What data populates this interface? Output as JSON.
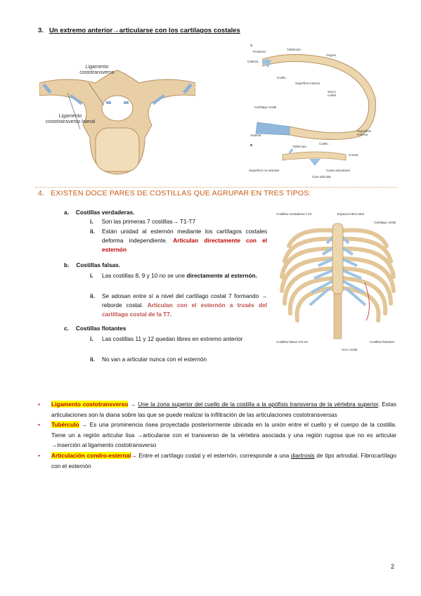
{
  "section3": {
    "number": "3.",
    "title": "Un extremo anterior→articularse con los cartílagos costales"
  },
  "fig_vertebra": {
    "label_upper": "Ligamento costotransverso",
    "label_lower": "Ligamento costotransverso lateral"
  },
  "fig_rib": {
    "panel_a": "A",
    "posterior": "Posterior",
    "tuberculo": "Tubérculo",
    "angulo": "Ángulo",
    "cabeza": "Cabeza",
    "cuello": "Cuello",
    "sup_interna": "Superficie interna",
    "surco": "Surco costal",
    "cartilago": "Cartílago costal",
    "sup_externa": "Superficie externa",
    "anterior": "Anterior",
    "panel_b": "B",
    "tuberculo_b": "Tubérculo",
    "cuello_b": "Cuello",
    "cresta": "Cresta",
    "sup_no_art": "Superficie no articular",
    "caras_art": "Caras articulares",
    "cara_art": "Cara articular"
  },
  "section4": {
    "number": "4.",
    "title": "EXISTEN DOCE PARES DE COSTILLAS QUE AGRUPAR EN TRES TIPOS:"
  },
  "list": {
    "a_marker": "a.",
    "a_title": "Costillas verdaderas.",
    "a_i_marker": "i.",
    "a_i": "Son las primeras 7 costillas→ T1-T7",
    "a_ii_marker": "ii.",
    "a_ii": "Están unidad al esternón mediante los cartílagos costales deforma independiente.",
    "a_ii_red": "Articulan directamente con el esternón",
    "b_marker": "b.",
    "b_title": "Costillas falsas.",
    "b_i_marker": "i.",
    "b_i_pre": "Las costillas 8, 9 y 10 no se une",
    "b_i_bold": "directamente al esternón.",
    "b_ii_marker": "ii.",
    "b_ii_pre": "Se adosan entre sí a nivel del cartílago costal 7 formando → reborde costal.",
    "b_ii_rose": "Articulan con el esternón a trvaés del cartítlago costal de la T7.",
    "c_marker": "c.",
    "c_title": "Costillas flotantes",
    "c_i_marker": "i.",
    "c_i": "Las costillas 11 y 12 quedan libres en extremo anterior",
    "c_ii_marker": "ii.",
    "c_ii": "No van a articular nunca con el esternón"
  },
  "fig_thorax": {
    "verdaderas": "Costillas verdaderas I-VII",
    "espacio": "Espacio intercostal",
    "cartilago": "Cartílago costal",
    "falsas": "Costillas falsas VIII-XII",
    "flotantes": "Costillas flotantes",
    "arco": "Arco costal"
  },
  "definitions": {
    "bullet": "•",
    "d1_term": "Ligamento costotransverso",
    "d1_arrow": "→",
    "d1_u": "Une la zona superior del cuello de la costilla a la apófisis transversa de la vértebra superior",
    "d1_rest": ". Estas articulaciones son la diana sobre las que se puede realizar la infiltración de las articulaciones costotransversas",
    "d2_term": "Tubérculo",
    "d2_rest": "→ Es una prominencia ósea proyectada posteriormente ubicada en la unión entre el cuello y el cuerpo de la costilla. Tiene un a región articular lisa →articularse con el transverso de la vértebra asociada y una región rugosa que no es articular →inserción al ligamento costotransverso",
    "d3_term": "Articulación condro-esternal",
    "d3_pre": "→ Entre el cartílago costal y el esternón, corresponde a una",
    "d3_u": "diartrosis",
    "d3_post": "de tipo artrodial. Fibrocartílago con el esternón"
  },
  "page_number": "2"
}
